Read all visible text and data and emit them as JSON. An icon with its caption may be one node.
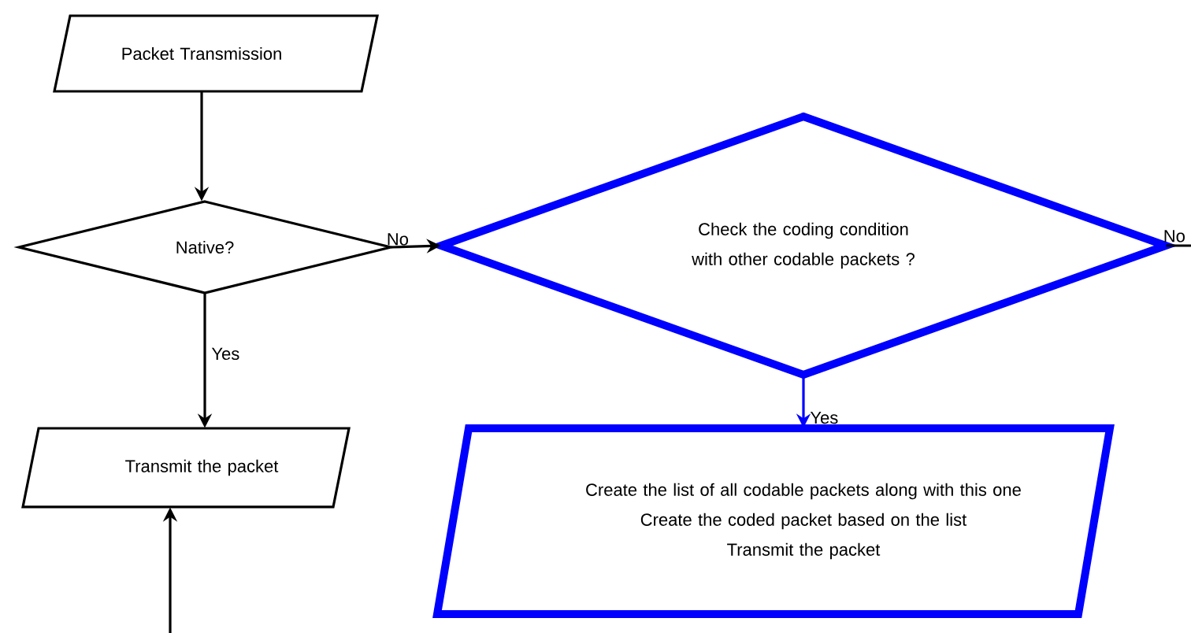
{
  "diagram": {
    "nodes": [
      {
        "text": [
          "Packet Transmission"
        ]
      },
      {
        "text": [
          "Native?"
        ]
      },
      {
        "text": [
          "Transmit the packet"
        ]
      },
      {
        "text": [
          "Check the coding condition with other codable packets ?"
        ]
      },
      {
        "text": [
          "Create the list of all codable packets along with this one",
          "Create the coded packet based on the list",
          "Transmit the packet"
        ]
      }
    ],
    "edges": [
      {
        "from": 0,
        "to": 1,
        "arrow": "to"
      },
      {
        "from": 1,
        "to": 3,
        "arrow": "to",
        "label": "No"
      },
      {
        "from": 1,
        "to": 2,
        "arrow": "to",
        "label": "Yes"
      },
      {
        "from": 3,
        "to": 4,
        "arrow": "to",
        "label": "Yes",
        "color": "#0000ff"
      },
      {
        "from": 3,
        "to": null,
        "arrow": "none",
        "label": "No"
      },
      {
        "from": null,
        "to": 2,
        "arrow": "to"
      }
    ]
  }
}
